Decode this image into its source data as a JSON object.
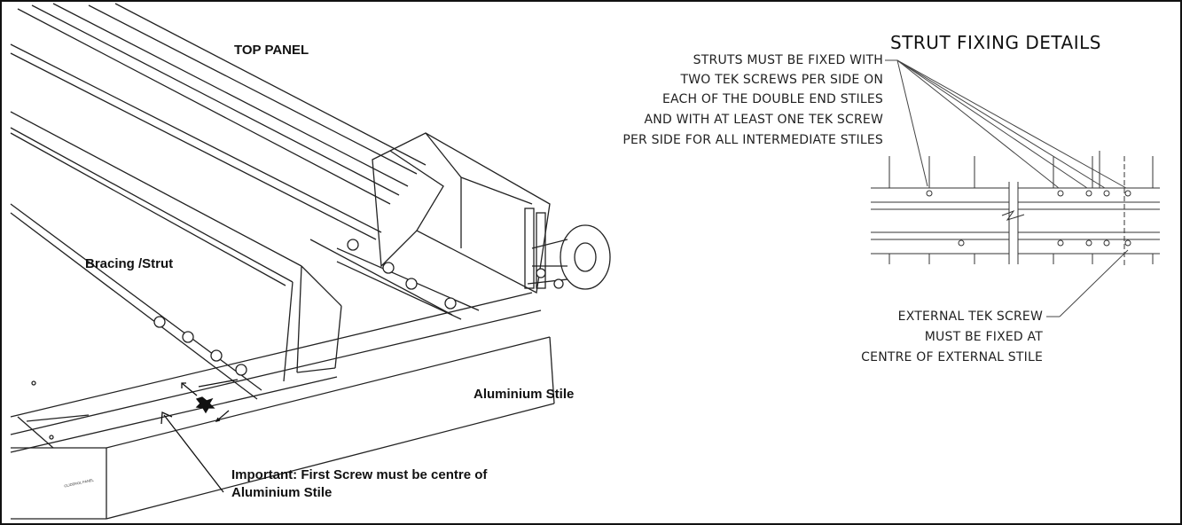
{
  "left_drawing": {
    "top_panel_label": "TOP PANEL",
    "bracing_label": "Bracing /Strut",
    "stile_label": "Aluminium Stile",
    "important_line1": "Important: First Screw must be centre of",
    "important_line2": "Aluminium Stile",
    "stile_end_text": "GLIDEROL PANEL"
  },
  "detail": {
    "title": "STRUT FIXING DETAILS",
    "note1": [
      "STRUTS MUST BE FIXED WITH",
      "TWO TEK SCREWS PER SIDE ON",
      "EACH OF THE DOUBLE END STILES",
      "AND WITH AT LEAST ONE TEK SCREW",
      "PER SIDE FOR ALL INTERMEDIATE STILES"
    ],
    "note2": [
      "EXTERNAL TEK SCREW",
      "MUST BE FIXED AT",
      "CENTRE OF EXTERNAL STILE"
    ]
  },
  "colors": {
    "ink": "#111111",
    "paper": "#ffffff"
  }
}
